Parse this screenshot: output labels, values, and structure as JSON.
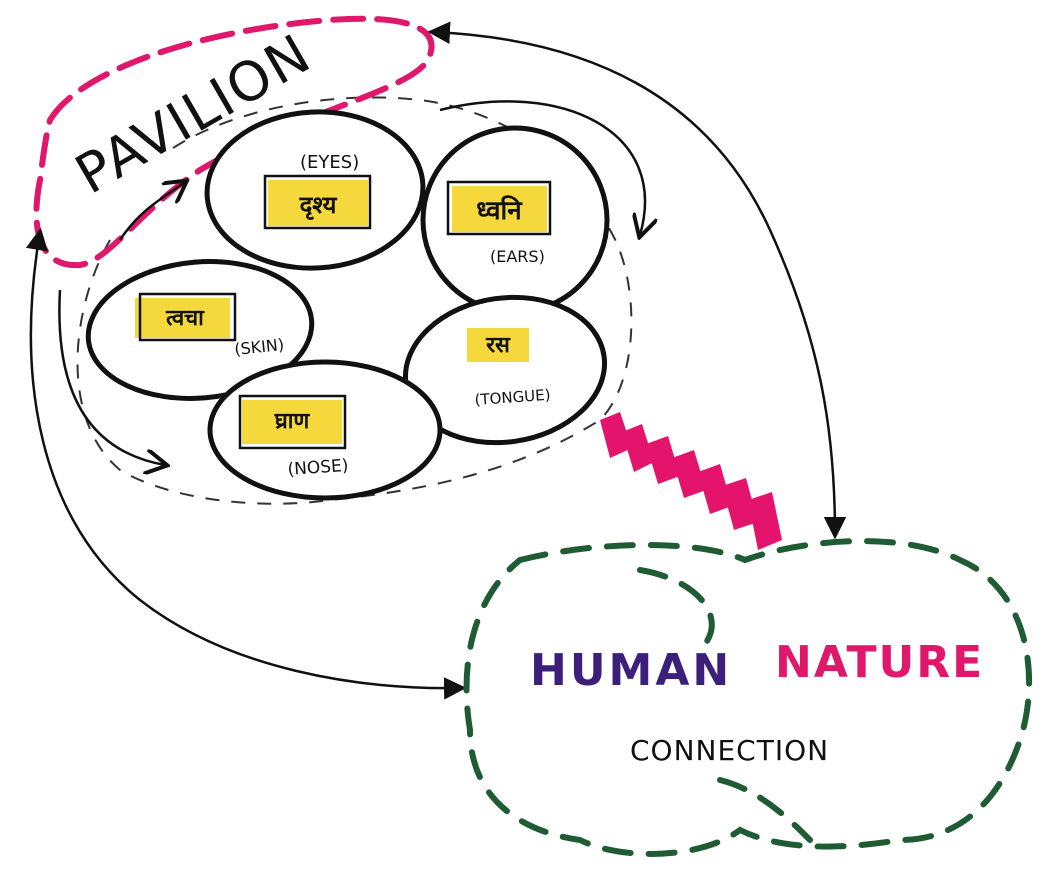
{
  "pavilion_label": "PAVILION",
  "senses": [
    {
      "id": "eyes",
      "native": "दृश्य",
      "english": "(EYES)"
    },
    {
      "id": "ears",
      "native": "ध्वनि",
      "english": "(EARS)"
    },
    {
      "id": "skin",
      "native": "त्वचा",
      "english": "(SKIN)"
    },
    {
      "id": "tongue",
      "native": "रस",
      "english": "(TONGUE)"
    },
    {
      "id": "nose",
      "native": "घ्राण",
      "english": "(NOSE)"
    }
  ],
  "connection": {
    "human": "HUMAN",
    "nature": "NATURE",
    "label": "CONNECTION"
  },
  "colors": {
    "ink": "#111111",
    "magenta": "#e0186c",
    "highlight": "#f3d21a",
    "green_dash": "#1f5b33",
    "human_text": "#3b1f7a",
    "nature_text": "#e0186c"
  }
}
